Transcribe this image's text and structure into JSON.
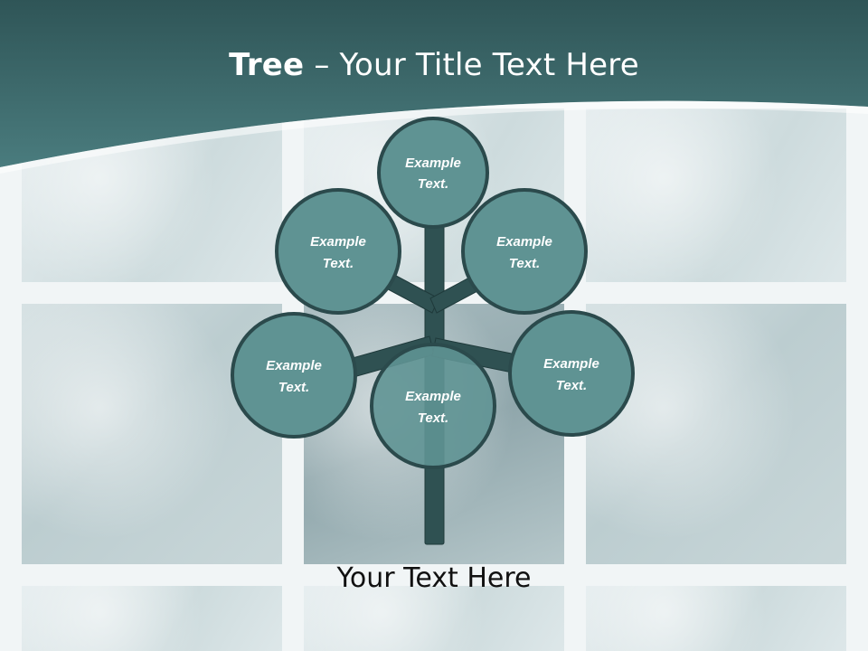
{
  "slide": {
    "title_bold": "Tree",
    "title_rest": " – Your Title Text Here",
    "caption": "Your Text Here"
  },
  "tree": {
    "nodes": [
      {
        "line1": "Example",
        "line2": "Text."
      },
      {
        "line1": "Example",
        "line2": "Text."
      },
      {
        "line1": "Example",
        "line2": "Text."
      },
      {
        "line1": "Example",
        "line2": "Text."
      },
      {
        "line1": "Example",
        "line2": "Text."
      },
      {
        "line1": "Example",
        "line2": "Text."
      }
    ]
  },
  "colors": {
    "header": "#3f6e70",
    "node_fill": "#5f9393",
    "node_stroke": "#2b4a4c",
    "branch": "#2f5152"
  }
}
